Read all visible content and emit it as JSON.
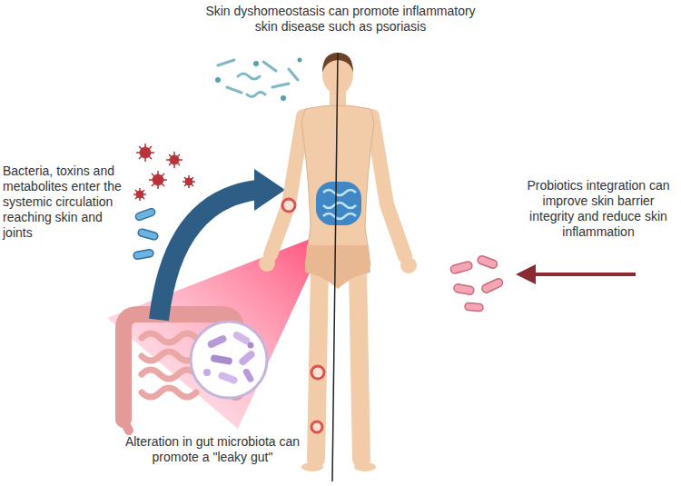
{
  "diagram": {
    "labels": [
      "Skin dyshomeostasis can promote inflammatory skin disease such as psoriasis",
      "Bacteria, toxins and metabolites enter the systemic circulation reaching skin and joints",
      "Probiotics integration can improve skin barrier integrity and reduce skin inflammation",
      "Alteration in gut microbiota can promote a \"leaky gut\""
    ]
  }
}
